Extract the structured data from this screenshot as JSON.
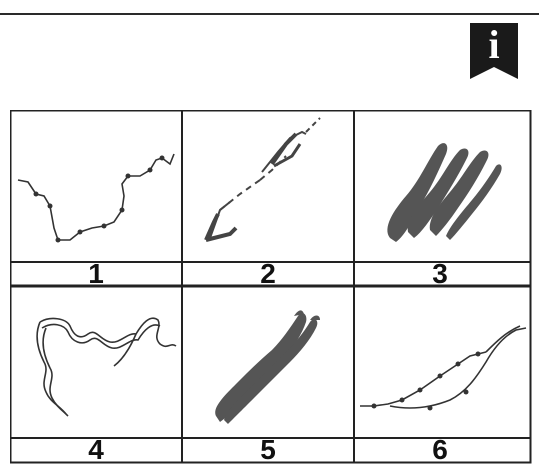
{
  "badge": {
    "letter": "i",
    "icon": "info-bookmark-icon",
    "color": "#1a1a1a"
  },
  "panels": [
    {
      "label": "1"
    },
    {
      "label": "2"
    },
    {
      "label": "3"
    },
    {
      "label": "4"
    },
    {
      "label": "5"
    },
    {
      "label": "6"
    }
  ]
}
